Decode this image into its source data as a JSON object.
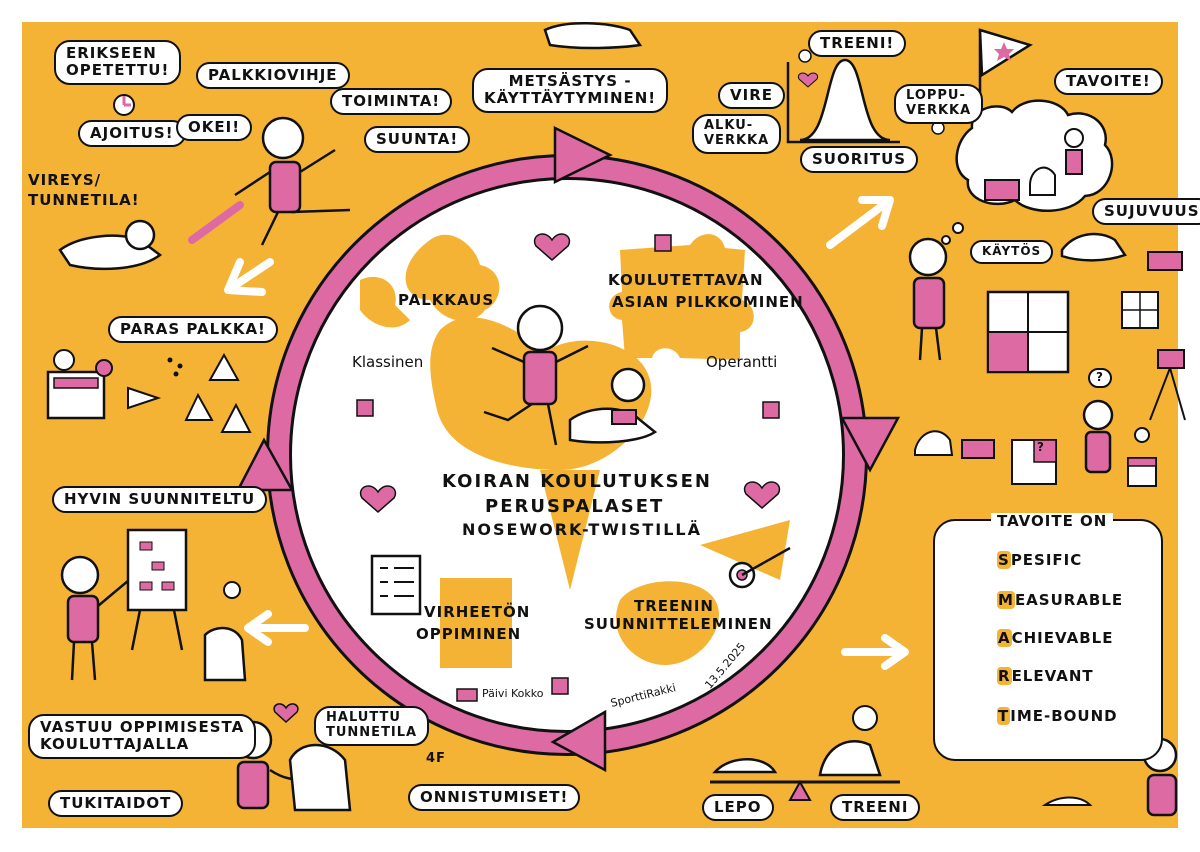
{
  "title": {
    "line1": "KOIRAN KOULUTUKSEN",
    "line2": "PERUSPALASET",
    "line3": "NOSEWORK-TWISTILLÄ"
  },
  "cycle": {
    "palkkaus": "PALKKAUS",
    "pilkkominen_1": "KOULUTETTAVAN",
    "pilkkominen_2": "ASIAN PILKKOMINEN",
    "klassinen": "Klassinen",
    "operantti": "Operantti",
    "virheeton_1": "VIRHEETÖN",
    "virheeton_2": "OPPIMINEN",
    "treenin_1": "TREENIN",
    "treenin_2": "SUUNNITTELEMINEN"
  },
  "left": {
    "erikseen_1": "ERIKSEEN",
    "erikseen_2": "OPETETTU!",
    "palkkiovihje": "PALKKIOVIHJE",
    "ajoitus": "AJOITUS!",
    "okei": "OKEI!",
    "vireys_1": "VIREYS/",
    "vireys_2": "TUNNETILA!",
    "paras_palkka": "PARAS PALKKA!",
    "hyvin_suunniteltu": "HYVIN SUUNNITELTU",
    "vastuu_1": "VASTUU OPPIMISESTA",
    "vastuu_2": "KOULUTTAJALLA",
    "tukitaidot": "TUKITAIDOT"
  },
  "top": {
    "metsastys_1": "METSÄSTYS -",
    "metsastys_2": "KÄYTTÄYTYMINEN!",
    "toiminta": "TOIMINTA!",
    "suunta": "SUUNTA!",
    "treeni_top": "TREENI!",
    "vire": "VIRE",
    "alkuverkka_1": "ALKU-",
    "alkuverkka_2": "VERKKA",
    "loppuverkka_1": "LOPPU-",
    "loppuverkka_2": "VERKKA",
    "suoritus": "SUORITUS",
    "tavoite": "TAVOITE!"
  },
  "right": {
    "sujuvuus": "SUJUVUUS",
    "kaytos": "KÄYTÖS",
    "question": "?",
    "puzzle_q": "?",
    "smart_title": "TAVOITE ON",
    "smart": [
      {
        "letter": "S",
        "rest": "PESIFIC",
        "icon": "target-icon"
      },
      {
        "letter": "M",
        "rest": "EASURABLE",
        "icon": "chart-icon"
      },
      {
        "letter": "A",
        "rest": "CHIEVABLE",
        "icon": "trophy-icon"
      },
      {
        "letter": "R",
        "rest": "ELEVANT",
        "icon": "checklist-icon"
      },
      {
        "letter": "T",
        "rest": "IME-BOUND",
        "icon": "calendar-icon"
      }
    ]
  },
  "bottom": {
    "haluttu_1": "HALUTTU",
    "haluttu_2": "TUNNETILA",
    "four_f": "4F",
    "onnistumiset": "ONNISTUMISET!",
    "lepo": "LEPO",
    "treeni": "TREENI",
    "author": "Päivi Kokko",
    "brand": "SporttiRakki",
    "date": "13.5.2025"
  },
  "colors": {
    "background": "#f5b335",
    "accent_pink": "#dd6aa3",
    "ink": "#111111",
    "paper": "#ffffff"
  }
}
